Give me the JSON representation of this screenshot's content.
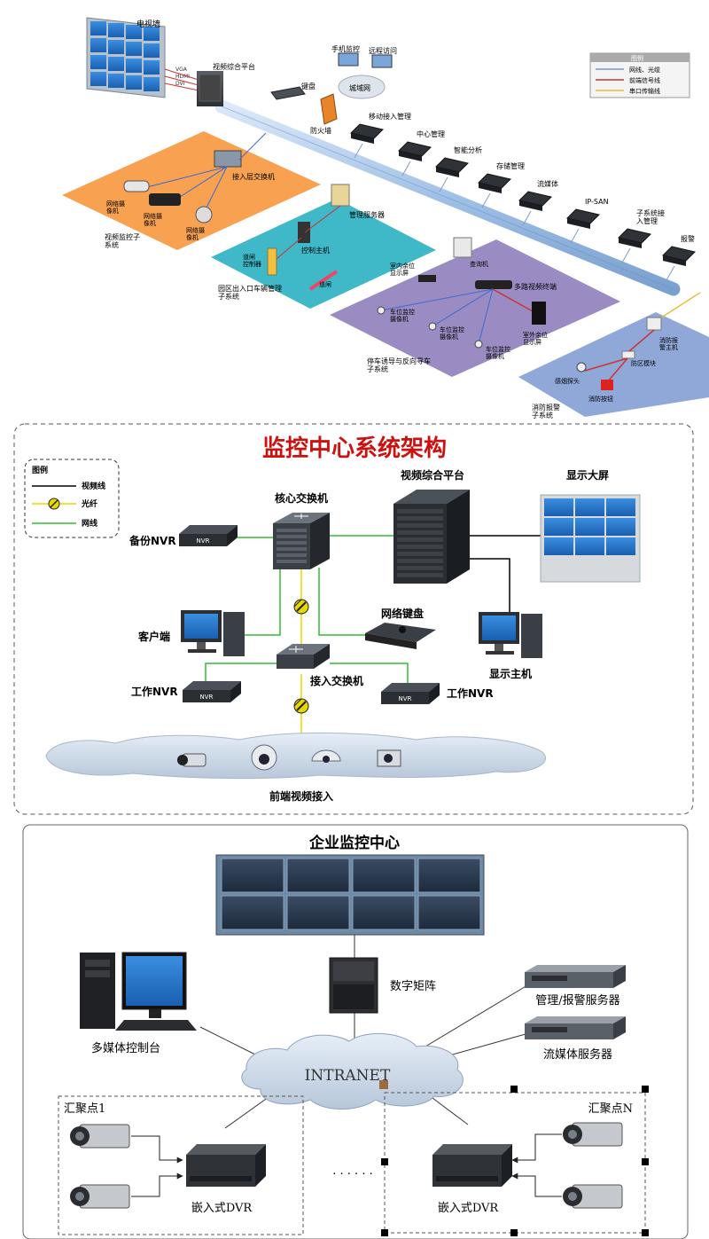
{
  "panel1": {
    "video_wall": "电视墙",
    "video_platform": "视频综合平台",
    "vga_labels": [
      "VGA",
      "HDMI",
      "DVI"
    ],
    "keyboard": "键盘",
    "phone_monitor": "手机监控",
    "remote_access": "远程访问",
    "wan": "城域网",
    "firewall": "防火墙",
    "mobile_access": "移动接入管理",
    "center_mgmt": "中心管理",
    "smart_analysis": "智能分析",
    "storage_mgmt": "存储管理",
    "streaming": "流媒体",
    "ip_san": "IP-SAN",
    "subsystem_access": "子系统接\n入管理",
    "alarm": "报警",
    "legend": {
      "title": "图例",
      "items": [
        "网线、光缆",
        "前端信号线",
        "串口传输线"
      ]
    },
    "access_switch": "接入层交换机",
    "net_camera_1": "网络摄\n像机",
    "net_camera_2": "网络摄\n像机",
    "net_camera_3": "网络摄\n像机",
    "video_subsystem": "视频监控子\n系统",
    "mgmt_server": "管理服务器",
    "control_host": "控制主机",
    "road_controller": "道闸\n控制器",
    "road_gate": "道闸",
    "vehicle_subsystem": "园区出入口车辆管理\n子系统",
    "query_machine": "查询机",
    "indoor_display": "室内余位\n显示屏",
    "multi_video": "多路视频终端",
    "space_cam_1": "车位监控\n摄像机",
    "space_cam_2": "车位监控\n摄像机",
    "space_cam_3": "车位监控\n摄像机",
    "outdoor_display": "室外余位\n显示屏",
    "parking_subsystem": "停车诱导与反向寻车\n子系统",
    "fire_host": "消防报\n警主机",
    "zone_module": "防区模块",
    "smoke_detector": "感烟探头",
    "fire_button": "消防按钮",
    "fire_subsystem": "消防报警\n子系统"
  },
  "panel2": {
    "title": "监控中心系统架构",
    "legend": {
      "title": "图例",
      "items": [
        "视频线",
        "光纤",
        "网线"
      ]
    },
    "core_switch": "核心交换机",
    "video_platform": "视频综合平台",
    "big_screen": "显示大屏",
    "backup_nvr": "备份NVR",
    "client": "客户端",
    "net_keyboard": "网络键盘",
    "display_host": "显示主机",
    "access_switch": "接入交换机",
    "work_nvr_left": "工作NVR",
    "work_nvr_right": "工作NVR",
    "front_end": "前端视频接入",
    "nvr_badge": "NVR"
  },
  "panel3": {
    "title": "企业监控中心",
    "digital_matrix": "数字矩阵",
    "mgmt_alarm_server": "管理/报警服务器",
    "multimedia_console": "多媒体控制台",
    "streaming_server": "流媒体服务器",
    "intranet": "INTRANET",
    "hub_1": "汇聚点1",
    "hub_n": "汇聚点N",
    "dvr_left": "嵌入式DVR",
    "dvr_right": "嵌入式DVR",
    "ellipsis": "· · · · · ·"
  },
  "colors": {
    "orange_zone": "#f7a151",
    "teal_zone": "#3fb8c8",
    "purple_zone": "#9a8cc2",
    "blue_zone": "#8fa8d8",
    "backbone": "#aac8ea",
    "title_red": "#cc1111",
    "net_green": "#33bb33",
    "fiber_yellow": "#e6d800"
  }
}
